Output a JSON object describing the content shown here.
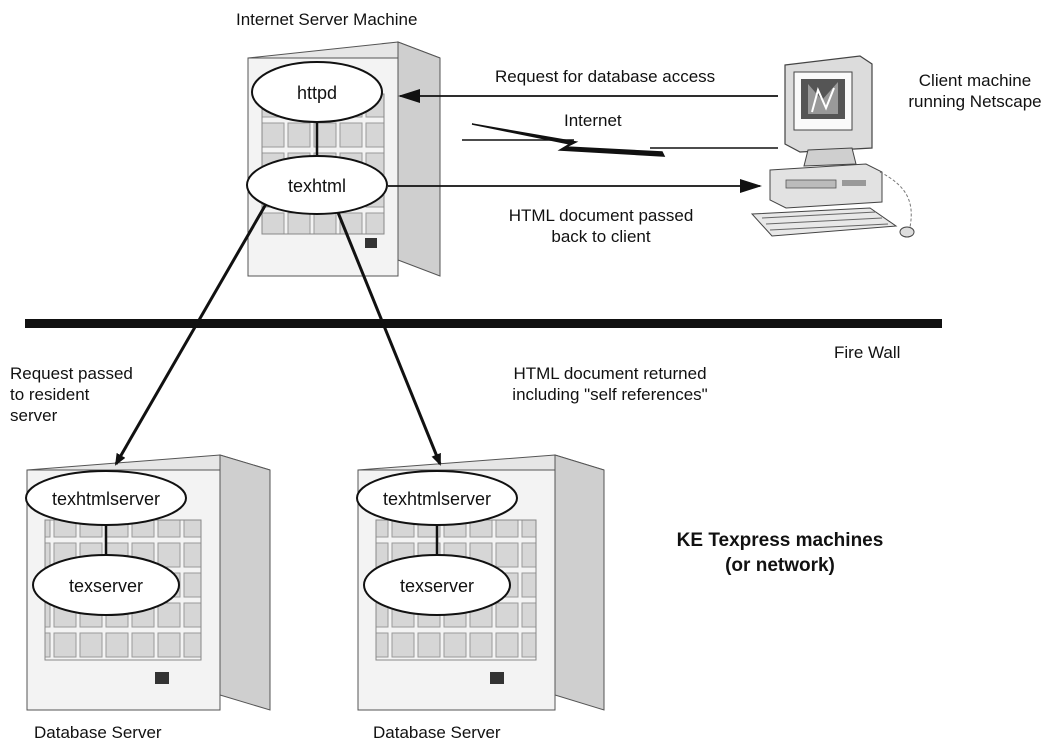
{
  "labels": {
    "internet_server": "Internet Server Machine",
    "client_line1": "Client machine",
    "client_line2": "running Netscape",
    "request_db": "Request for database access",
    "internet": "Internet",
    "html_back_line1": "HTML document passed",
    "html_back_line2": "back to client",
    "firewall": "Fire Wall",
    "request_passed_line1": "Request passed",
    "request_passed_line2": "to resident",
    "request_passed_line3": "server",
    "html_returned_line1": "HTML document returned",
    "html_returned_line2": "including \"self references\"",
    "ke_line1": "KE Texpress machines",
    "ke_line2": "(or network)",
    "db_server_1": "Database Server",
    "db_server_2": "Database Server"
  },
  "nodes": {
    "httpd": "httpd",
    "texhtml": "texhtml",
    "texhtmlserver_1": "texhtmlserver",
    "texserver_1": "texserver",
    "texhtmlserver_2": "texhtmlserver",
    "texserver_2": "texserver"
  },
  "colors": {
    "line": "#111111",
    "server_face": "#f1f1f1",
    "server_side": "#cfcfcf",
    "server_top": "#e4e4e4",
    "slot": "#bdbdbd"
  }
}
